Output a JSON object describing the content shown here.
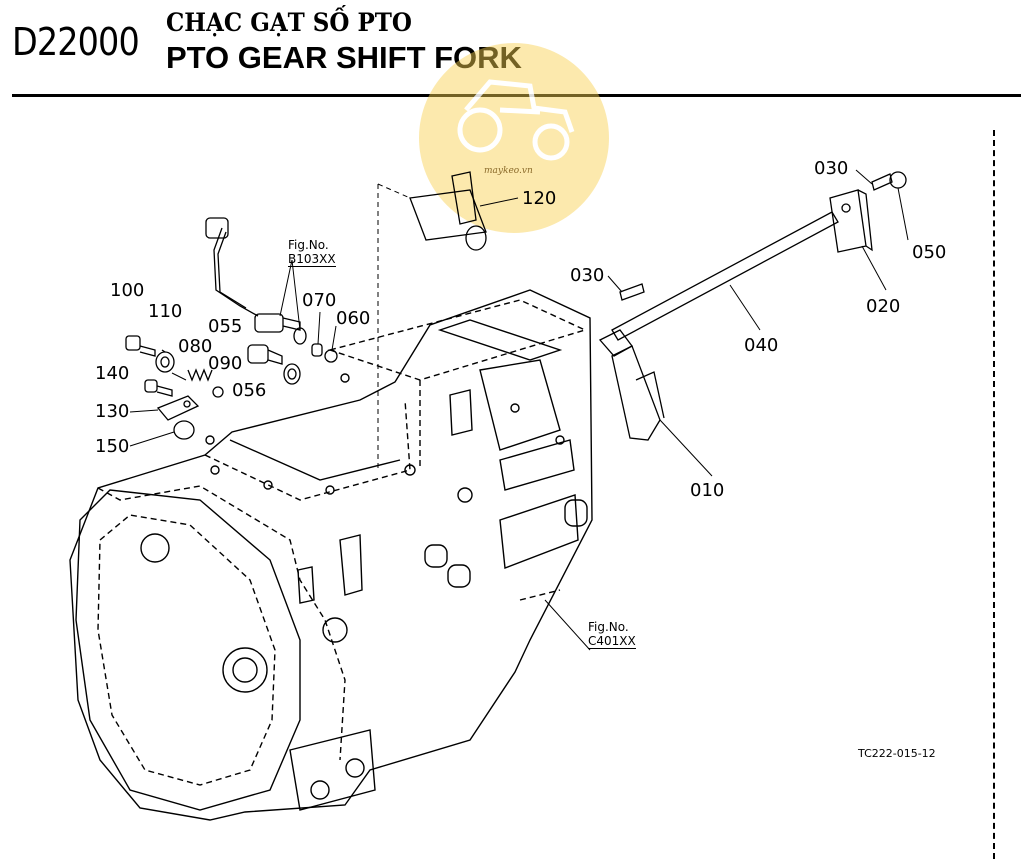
{
  "header": {
    "code": "D22000",
    "title_vi": "CHẠC GẠT SỐ PTO",
    "title_en": "PTO GEAR SHIFT FORK"
  },
  "watermark": {
    "text": "maykeo.vn",
    "color": "#f5c53a",
    "icon": "tractor-icon"
  },
  "callouts": {
    "c100": "100",
    "c110": "110",
    "c080": "080",
    "c090": "090",
    "c055": "055",
    "c056": "056",
    "c070": "070",
    "c060": "060",
    "c140": "140",
    "c130": "130",
    "c150": "150",
    "c120": "120",
    "c030_top": "030",
    "c030_mid": "030",
    "c050": "050",
    "c020": "020",
    "c040": "040",
    "c010": "010"
  },
  "fig_refs": {
    "b103": {
      "label": "Fig.No.",
      "value": "B103XX"
    },
    "c401": {
      "label": "Fig.No.",
      "value": "C401XX"
    }
  },
  "drawing_code": "TC222-015-12"
}
